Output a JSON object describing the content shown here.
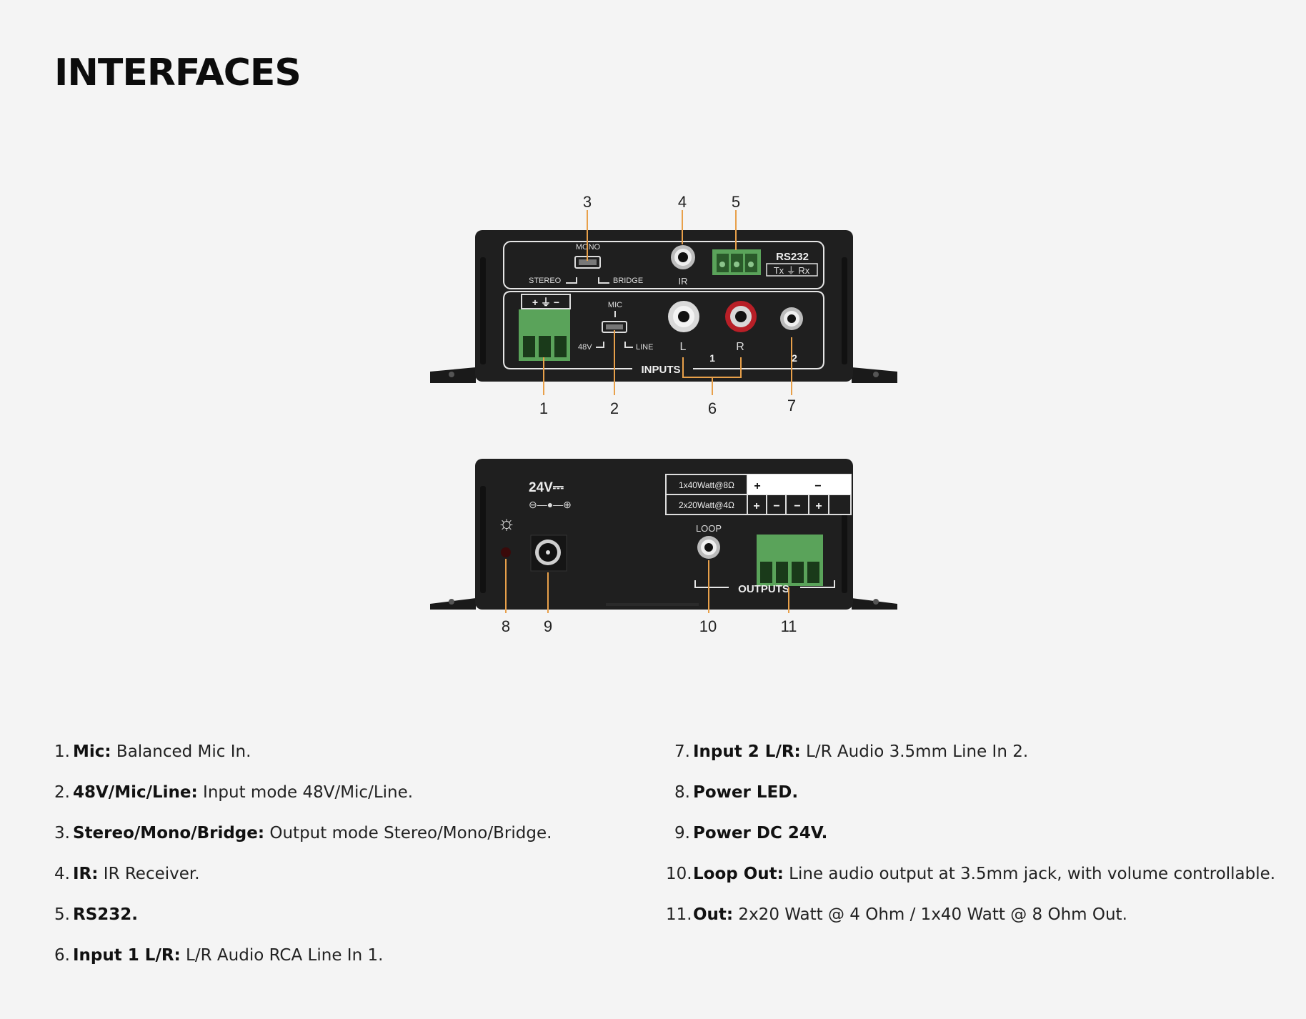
{
  "page": {
    "title": "INTERFACES"
  },
  "device_labels": {
    "top": {
      "mono": "MONO",
      "stereo": "STEREO",
      "bridge": "BRIDGE",
      "ir": "IR",
      "rs232": "RS232",
      "txrx": "Tx ⏚ Rx",
      "mic": "MIC",
      "v48": "48V",
      "line": "LINE",
      "l": "L",
      "r": "R",
      "in1": "1",
      "in2": "2",
      "inputs": "INPUTS",
      "mic_block": "+ ⏚ −"
    },
    "bottom": {
      "power": "24V⎓",
      "polarity": "⊖—●—⊕",
      "w1": "1x40Watt@8Ω",
      "w2": "2x20Watt@4Ω",
      "plus": "+",
      "minus": "−",
      "loop": "LOOP",
      "outputs": "OUTPUTS"
    }
  },
  "callouts": [
    "1",
    "2",
    "3",
    "4",
    "5",
    "6",
    "7",
    "8",
    "9",
    "10",
    "11"
  ],
  "legend": {
    "left": [
      {
        "num": "1.",
        "term": "Mic:",
        "desc": " Balanced Mic In."
      },
      {
        "num": "2.",
        "term": "48V/Mic/Line:",
        "desc": " Input mode 48V/Mic/Line."
      },
      {
        "num": "3.",
        "term": "Stereo/Mono/Bridge:",
        "desc": " Output mode Stereo/Mono/Bridge."
      },
      {
        "num": "4.",
        "term": "IR:",
        "desc": " IR Receiver."
      },
      {
        "num": "5.",
        "term": "RS232.",
        "desc": ""
      },
      {
        "num": "6.",
        "term": "Input 1 L/R:",
        "desc": " L/R Audio RCA Line In 1."
      }
    ],
    "right": [
      {
        "num": "7.",
        "term": "Input 2 L/R:",
        "desc": " L/R Audio 3.5mm Line In 2."
      },
      {
        "num": "8.",
        "term": "Power LED.",
        "desc": ""
      },
      {
        "num": "9.",
        "term": "Power DC 24V.",
        "desc": ""
      },
      {
        "num": "10.",
        "term": "Loop Out:",
        "desc": " Line audio output at 3.5mm jack, with volume controllable."
      },
      {
        "num": "11.",
        "term": "Out:",
        "desc": " 2x20 Watt @ 4 Ohm / 1x40 Watt @ 8 Ohm Out."
      }
    ]
  },
  "colors": {
    "leader": "#e8a04a",
    "chassis": "#1f1f1f",
    "terminal": "#5aa35a",
    "rca_red": "#c8202a"
  }
}
